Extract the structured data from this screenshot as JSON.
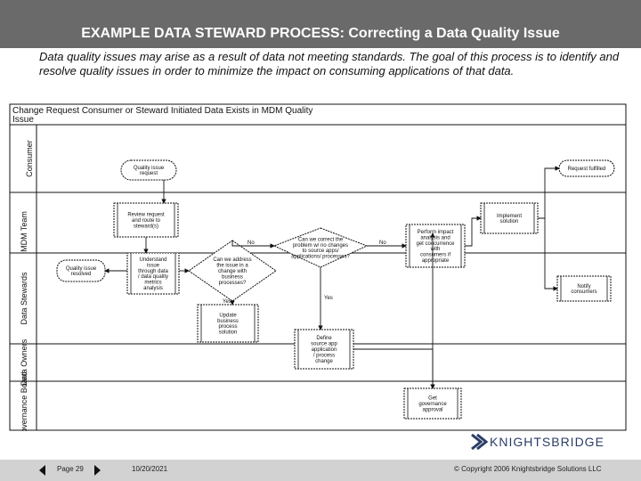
{
  "slide": {
    "title": "EXAMPLE DATA STEWARD PROCESS: Correcting a Data Quality Issue",
    "intro": "Data quality issues may arise as a result of data not meeting standards. The goal of this process is to identify and resolve quality issues in order to minimize the impact on consuming applications of that data."
  },
  "diagram": {
    "header": {
      "line1": "Change Request   Consumer or Steward Initiated   Data Exists in MDM   Quality",
      "line2": "Issue"
    },
    "lanes": [
      "Consumer",
      "MDM Team",
      "Data Stewards",
      "Data Owners",
      "Governance Board"
    ],
    "nodes": {
      "quality_issue_request": [
        "Quality issue",
        "request"
      ],
      "request_fulfilled": [
        "Request fulfilled"
      ],
      "review_request": [
        "Review request",
        "and route to",
        "steward(s)"
      ],
      "implement_solution": [
        "Implement",
        "solution"
      ],
      "quality_issue_resolved": [
        "Quality issue",
        "resolved"
      ],
      "understand_issue": [
        "Understand",
        "issue",
        "through data",
        "/ data quality",
        "metrics",
        "analysis"
      ],
      "can_we_address": [
        "Can we address",
        "the issue in a",
        "change with",
        "business",
        "processes?"
      ],
      "fix_problem": [
        "Can we correct the",
        "problem w/ no changes",
        "to source apps/",
        "applications/ processes?"
      ],
      "perform_impact": [
        "Perform impact",
        "analysis and",
        "get concurrence",
        "with",
        "consumers if",
        "appropriate"
      ],
      "notify_consumers": [
        "Notify",
        "consumers"
      ],
      "update_process": [
        "Update",
        "business",
        "process",
        "solution"
      ],
      "define_source_changes": [
        "Define",
        "source app",
        "application",
        "/ process",
        "change"
      ],
      "get_approval": [
        "Get",
        "governance",
        "approval"
      ]
    },
    "labels": {
      "no1": "No",
      "no2": "No",
      "yes1": "Yes",
      "yes2": "Yes"
    }
  },
  "footer": {
    "page": "Page 29",
    "date": "10/20/2021",
    "copyright": "© Copyright 2006 Knightsbridge Solutions LLC",
    "logo": "KNIGHTSBRIDGE"
  },
  "colors": {
    "title_bar": "#6a6a6a",
    "footer_bar": "#d2d2d2",
    "logo": "#2a3d66"
  }
}
